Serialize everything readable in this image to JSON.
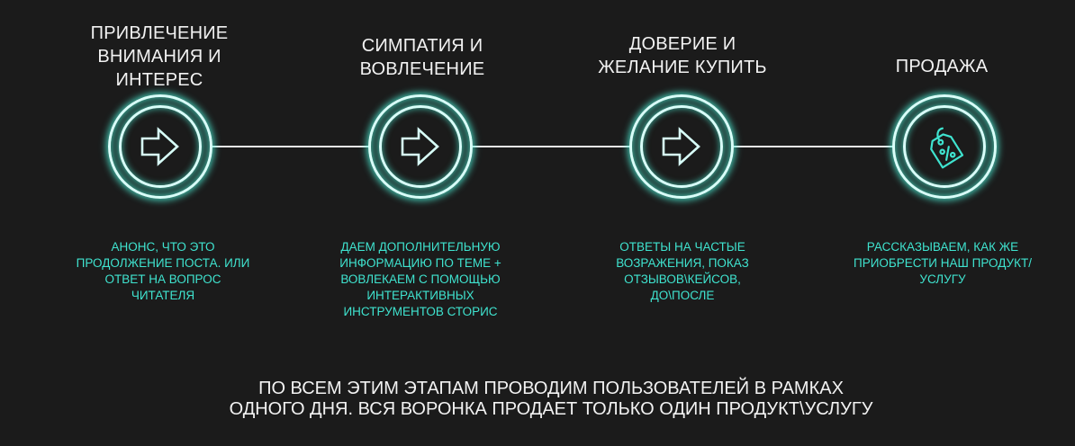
{
  "steps": [
    {
      "title": "ПРИВЛЕЧЕНИЕ ВНИМАНИЯ И ИНТЕРЕС",
      "icon": "arrow-right-icon",
      "description": "АНОНС, ЧТО ЭТО ПРОДОЛЖЕНИЕ ПОСТА. ИЛИ ОТВЕТ НА ВОПРОС ЧИТАТЕЛЯ"
    },
    {
      "title": "СИМПАТИЯ И ВОВЛЕЧЕНИЕ",
      "icon": "arrow-right-icon",
      "description": "ДАЕМ ДОПОЛНИТЕЛЬНУЮ ИНФОРМАЦИЮ ПО ТЕМЕ + ВОВЛЕКАЕМ С ПОМОЩЬЮ ИНТЕРАКТИВНЫХ ИНСТРУМЕНТОВ СТОРИС"
    },
    {
      "title": "ДОВЕРИЕ И ЖЕЛАНИЕ КУПИТЬ",
      "icon": "arrow-right-icon",
      "description": "ОТВЕТЫ НА ЧАСТЫЕ ВОЗРАЖЕНИЯ, ПОКАЗ ОТЗЫВОВ\\КЕЙСОВ, ДО\\ПОСЛЕ"
    },
    {
      "title": "ПРОДАЖА",
      "icon": "discount-tag-icon",
      "description": "РАССКАЗЫВАЕМ, КАК ЖЕ ПРИОБРЕСТИ НАШ ПРОДУКТ/УСЛУГУ"
    }
  ],
  "summary": "ПО ВСЕМ ЭТИМ ЭТАПАМ ПРОВОДИМ ПОЛЬЗОВАТЕЛЕЙ В РАМКАХ ОДНОГО ДНЯ. ВСЯ ВОРОНКА ПРОДАЕТ ТОЛЬКО ОДИН ПРОДУКТ\\УСЛУГУ",
  "colors": {
    "background": "#1b1b1b",
    "title_text": "#f2f2f2",
    "description_text": "#3fe3cf",
    "neon_glow": "#50ffe4",
    "ring_core": "#d8fff9",
    "connector": "#e9e9e9"
  }
}
